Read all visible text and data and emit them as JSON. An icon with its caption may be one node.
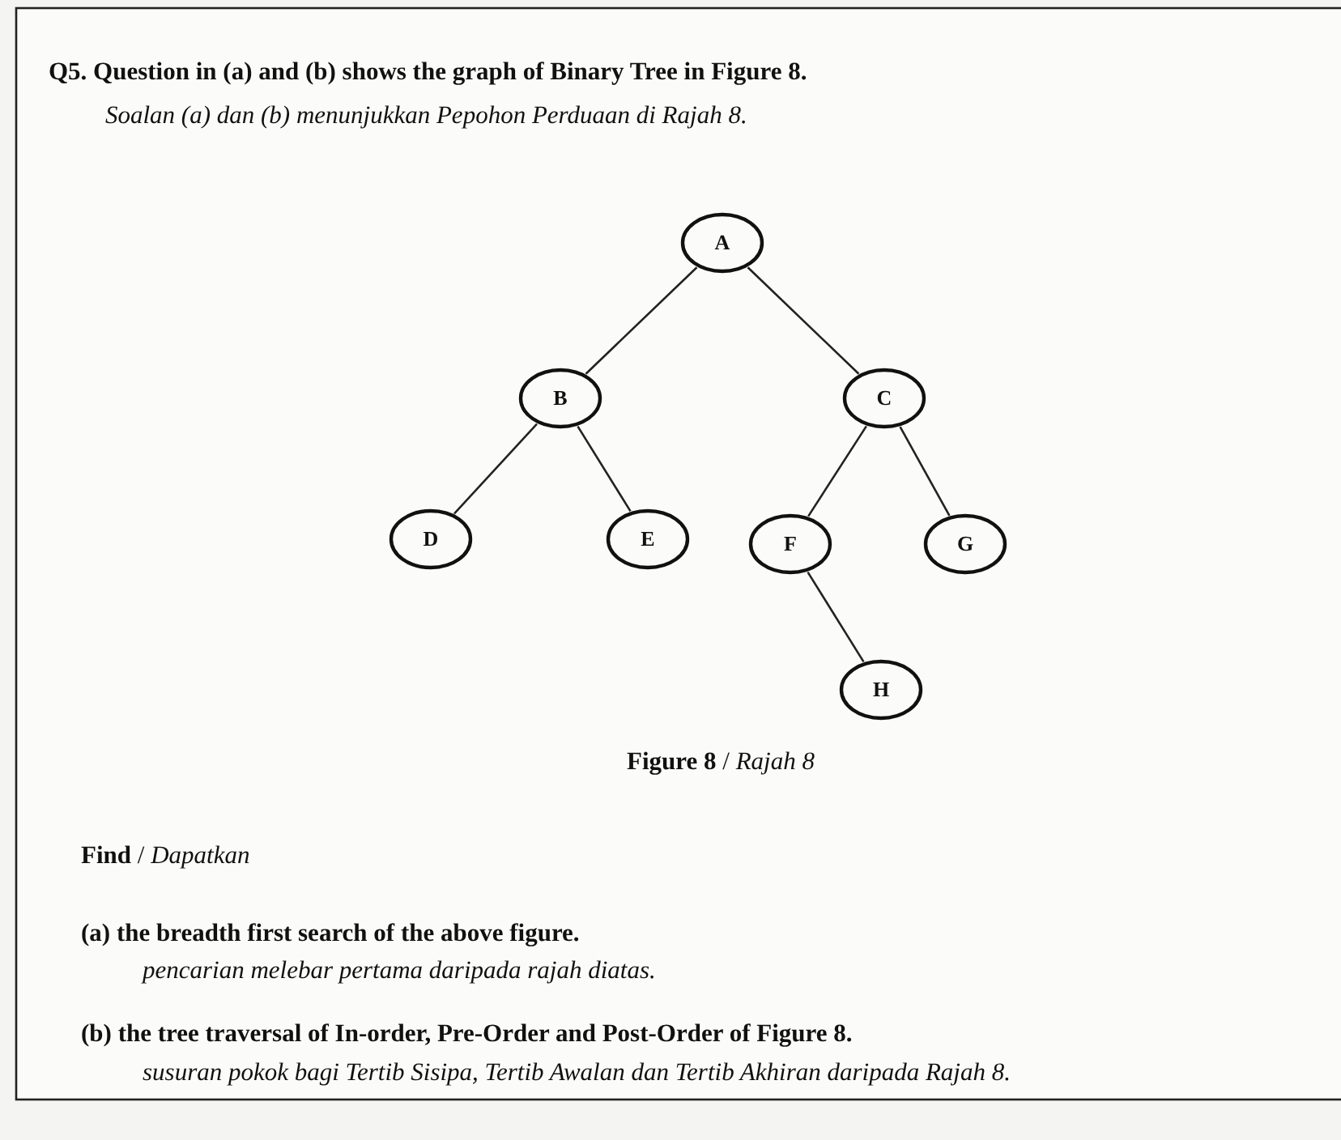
{
  "diagram": {
    "title": "Q5. Question in (a) and (b) shows the graph of Binary Tree in Figure 8.",
    "caption": "**Figure 8** / *Rajah 8*",
    "nodes": [
      {
        "text": [
          "A"
        ]
      },
      {
        "text": [
          "B"
        ]
      },
      {
        "text": [
          "C"
        ]
      },
      {
        "text": [
          "D"
        ]
      },
      {
        "text": [
          "E"
        ]
      },
      {
        "text": [
          "F"
        ]
      },
      {
        "text": [
          "G"
        ]
      },
      {
        "text": [
          "H"
        ]
      }
    ],
    "edges": [
      {
        "from": 0,
        "to": 1,
        "arrow": "none"
      },
      {
        "from": 0,
        "to": 2,
        "arrow": "none"
      },
      {
        "from": 1,
        "to": 3,
        "arrow": "none"
      },
      {
        "from": 1,
        "to": 4,
        "arrow": "none"
      },
      {
        "from": 2,
        "to": 5,
        "arrow": "none"
      },
      {
        "from": 2,
        "to": 6,
        "arrow": "none"
      },
      {
        "from": 5,
        "to": 7,
        "arrow": "none"
      }
    ],
    "labels": [
      "Soalan (a) dan (b) menunjukkan Pepohon Perduaan di Rajah 8.",
      "**Find** / *Dapatkan*",
      "(a) the breadth first search of the above figure.",
      "pencarian melebar pertama daripada rajah diatas.",
      "(b) the tree traversal of In-order, Pre-Order and Post-Order of Figure 8.",
      "susuran pokok bagi Tertib Sisipa, Tertib Awalan dan Tertib Akhiran daripada Rajah 8."
    ]
  }
}
